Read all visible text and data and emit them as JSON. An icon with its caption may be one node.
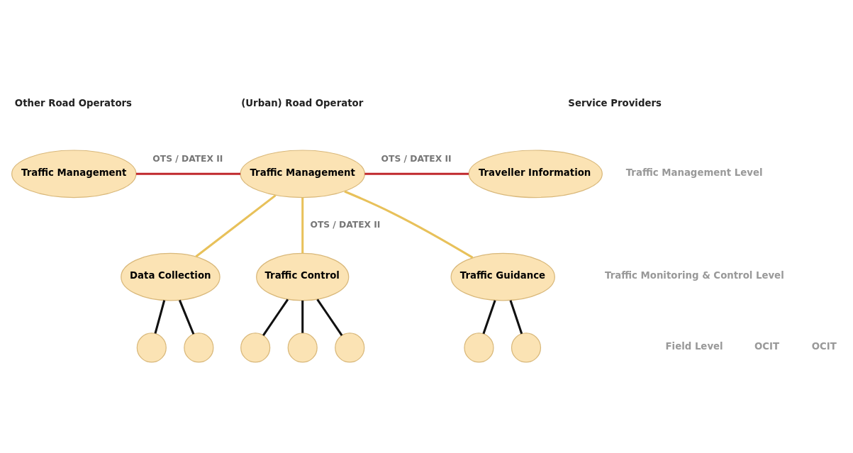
{
  "diagram": {
    "nodes": [
      {
        "text": [
          "Traffic Management"
        ]
      },
      {
        "text": [
          "Traffic Management"
        ]
      },
      {
        "text": [
          "Traveller Information"
        ]
      },
      {
        "text": [
          "Data Collection"
        ]
      },
      {
        "text": [
          "Traffic Control"
        ]
      },
      {
        "text": [
          "Traffic Guidance"
        ]
      },
      {
        "text": [],
        "shape": "circle"
      },
      {
        "text": [],
        "shape": "circle"
      },
      {
        "text": [],
        "shape": "circle"
      },
      {
        "text": [],
        "shape": "circle"
      },
      {
        "text": [],
        "shape": "circle"
      },
      {
        "text": [],
        "shape": "circle"
      },
      {
        "text": [],
        "shape": "circle"
      }
    ],
    "edges": [
      {
        "from": 0,
        "to": 1,
        "arrow": "none",
        "label": "OTS / DATEX II",
        "color": "#c0282d"
      },
      {
        "from": 1,
        "to": 2,
        "arrow": "none",
        "label": "OTS / DATEX II",
        "color": "#c0282d"
      },
      {
        "from": 1,
        "to": 3,
        "arrow": "none",
        "color": "#e8c15a"
      },
      {
        "from": 1,
        "to": 4,
        "arrow": "none",
        "label": "OTS / DATEX II",
        "color": "#e8c15a"
      },
      {
        "from": 1,
        "to": 5,
        "arrow": "none",
        "color": "#e8c15a"
      },
      {
        "from": 3,
        "to": 6,
        "arrow": "none"
      },
      {
        "from": 3,
        "to": 7,
        "arrow": "none"
      },
      {
        "from": 4,
        "to": 8,
        "arrow": "none"
      },
      {
        "from": 4,
        "to": 9,
        "arrow": "none"
      },
      {
        "from": 4,
        "to": 10,
        "arrow": "none"
      },
      {
        "from": 5,
        "to": 11,
        "arrow": "none"
      },
      {
        "from": 5,
        "to": 12,
        "arrow": "none"
      }
    ],
    "labels": [
      "Other Road Operators",
      "(Urban) Road Operator",
      "Service Providers",
      "Traffic Management Level",
      "Traffic Monitoring & Control Level",
      "Field Level",
      "OCIT",
      "OCIT"
    ]
  }
}
